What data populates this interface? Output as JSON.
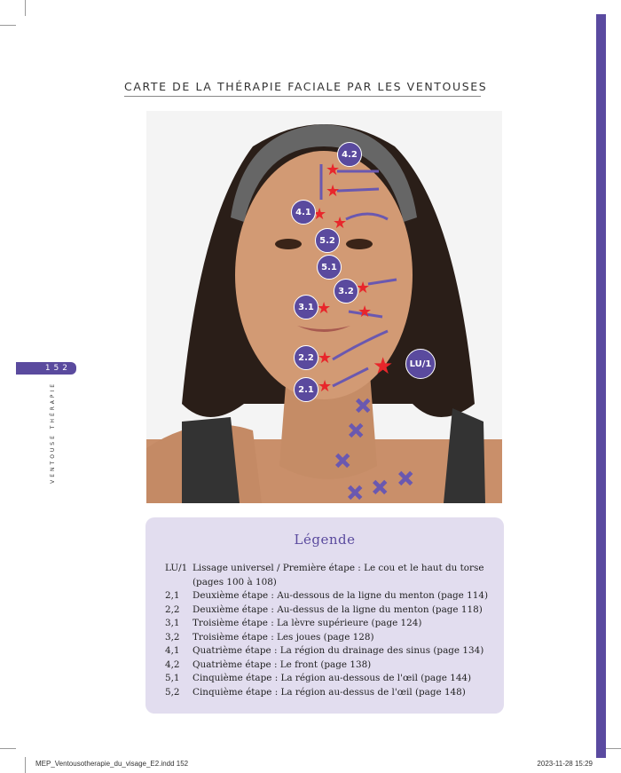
{
  "title": "CARTE DE LA THÉRAPIE FACIALE PAR LES VENTOUSES",
  "page_number": "152",
  "running_head": "VENTOUSE THÉRAPIE",
  "photo_markers": [
    "4.2",
    "4.1",
    "5.2",
    "5.1",
    "3.2",
    "3.1",
    "2.2",
    "2.1",
    "LU/1"
  ],
  "legend": {
    "title": "Légende",
    "items": [
      {
        "code": "LU/1",
        "text": "Lissage universel / Première étape : Le cou et le haut du torse (pages 100 à 108)"
      },
      {
        "code": "2,1",
        "text": "Deuxième étape : Au-dessous de la ligne du menton (page 114)"
      },
      {
        "code": "2,2",
        "text": "Deuxième étape : Au-dessus de la ligne du menton (page 118)"
      },
      {
        "code": "3,1",
        "text": "Troisième étape : La lèvre supérieure (page 124)"
      },
      {
        "code": "3,2",
        "text": "Troisième étape : Les joues (page 128)"
      },
      {
        "code": "4,1",
        "text": "Quatrième étape : La région du drainage des sinus (page 134)"
      },
      {
        "code": "4,2",
        "text": "Quatrième étape : Le front (page 138)"
      },
      {
        "code": "5,1",
        "text": "Cinquième étape : La région au-dessous de l'œil (page 144)"
      },
      {
        "code": "5,2",
        "text": "Cinquième étape : La région au-dessus de l'œil (page 148)"
      }
    ]
  },
  "footer": {
    "file": "MEP_Ventousotherapie_du_visage_E2.indd   152",
    "date": "2023-11-28   15:29"
  },
  "colors": {
    "accent": "#5a4a9e",
    "star": "#e8262b",
    "legend_bg": "#e2ddef"
  }
}
